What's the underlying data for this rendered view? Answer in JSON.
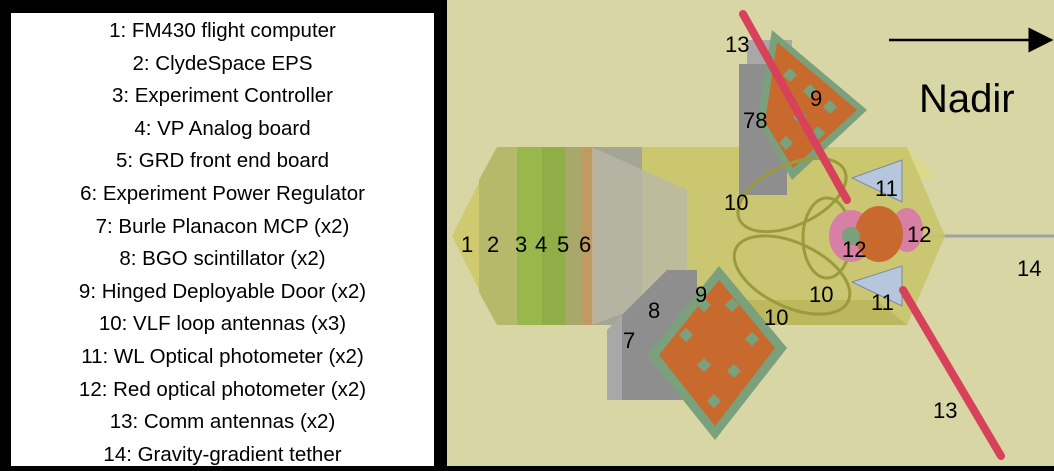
{
  "legend": {
    "items": [
      "1: FM430 flight computer",
      "2: ClydeSpace EPS",
      "3: Experiment Controller",
      "4: VP Analog board",
      "5: GRD front end board",
      "6: Experiment Power Regulator",
      "7: Burle Planacon MCP (x2)",
      "8: BGO scintillator (x2)",
      "9: Hinged Deployable Door (x2)",
      "10: VLF loop antennas (x3)",
      "11: WL Optical photometer (x2)",
      "12: Red optical photometer (x2)",
      "13: Comm antennas (x2)",
      "14: Gravity-gradient tether"
    ]
  },
  "diagram": {
    "direction_label": "Nadir",
    "labels": {
      "board_1": "1",
      "board_2": "2",
      "board_3": "3",
      "board_4": "4",
      "board_5": "5",
      "board_6": "6",
      "mcp_top": "78",
      "mcp_bottom": "7",
      "bgo_bottom": "8",
      "door_top": "9",
      "door_bottom": "9",
      "vlf_left": "10",
      "vlf_right": "10",
      "vlf_bottom": "10",
      "wl_top": "11",
      "wl_bottom": "11",
      "red_left": "12",
      "red_right": "12",
      "comm_top": "13",
      "comm_bottom": "13",
      "tether": "14"
    },
    "colors": {
      "background": "#d7d6a4",
      "body": "#c9c46c",
      "comm_antenna": "#d8415a",
      "door": "#c86a2e",
      "door_frame": "#7aa07c",
      "photometer_red": "#d77fa4",
      "photometer_wl": "#b6c6dc",
      "vlf_loop": "#9b9a3c",
      "tether": "#9ea2a8",
      "arrow": "#000000"
    }
  }
}
